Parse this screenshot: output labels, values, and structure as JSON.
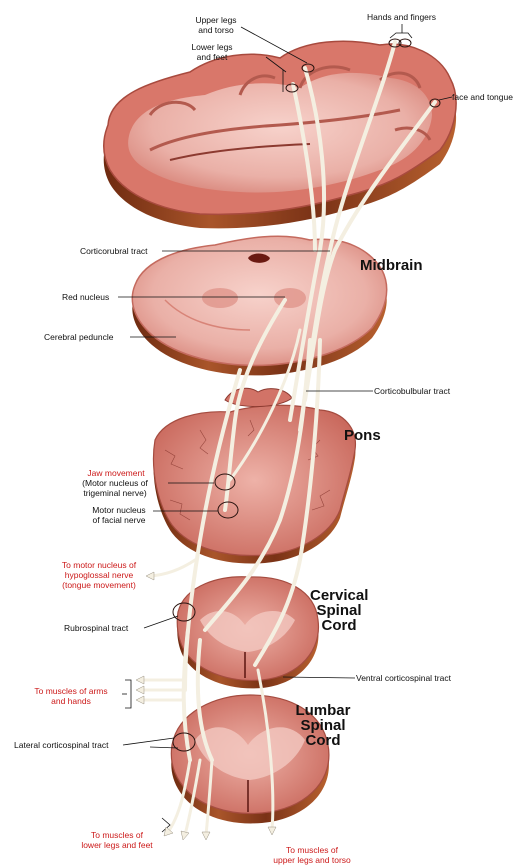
{
  "sections": {
    "midbrain": "Midbrain",
    "pons": "Pons",
    "cervical": [
      "Cervical",
      "Spinal",
      "Cord"
    ],
    "lumbar": [
      "Lumbar",
      "Spinal",
      "Cord"
    ]
  },
  "labels": {
    "upper_legs_torso": [
      "Upper legs",
      "and torso"
    ],
    "lower_legs_feet": [
      "Lower legs",
      "and feet"
    ],
    "hands_fingers": "Hands and fingers",
    "face_tongue": "face and tongue",
    "corticorubral": "Corticorubral tract",
    "red_nucleus": "Red nucleus",
    "cerebral_peduncle": "Cerebral peduncle",
    "corticobulbular": "Corticobulbular tract",
    "jaw_movement": "Jaw movement",
    "motor_trigeminal": [
      "(Motor nucleus of",
      "trigeminal nerve)"
    ],
    "motor_facial": [
      "Motor nucleus",
      "of facial nerve"
    ],
    "hypoglossal": [
      "To motor nucleus of",
      "hypoglossal nerve",
      "(tongue movement)"
    ],
    "rubrospinal": "Rubrospinal tract",
    "ventral_corticospinal": "Ventral corticospinal tract",
    "arms_hands": [
      "To muscles of arms",
      "and hands"
    ],
    "lateral_corticospinal": "Lateral corticospinal tract",
    "lower_legs_feet_muscles": [
      "To muscles of",
      "lower legs and feet"
    ],
    "upper_legs_torso_muscles": [
      "To muscles of",
      "upper legs and torso"
    ]
  },
  "colors": {
    "tissue_light": "#f2c4bd",
    "tissue_mid": "#e49a90",
    "tissue_dark": "#c46a5e",
    "edge_wood": "#8a3b1c",
    "tract": "#f4efe1",
    "label_red": "#cc1a1a"
  }
}
